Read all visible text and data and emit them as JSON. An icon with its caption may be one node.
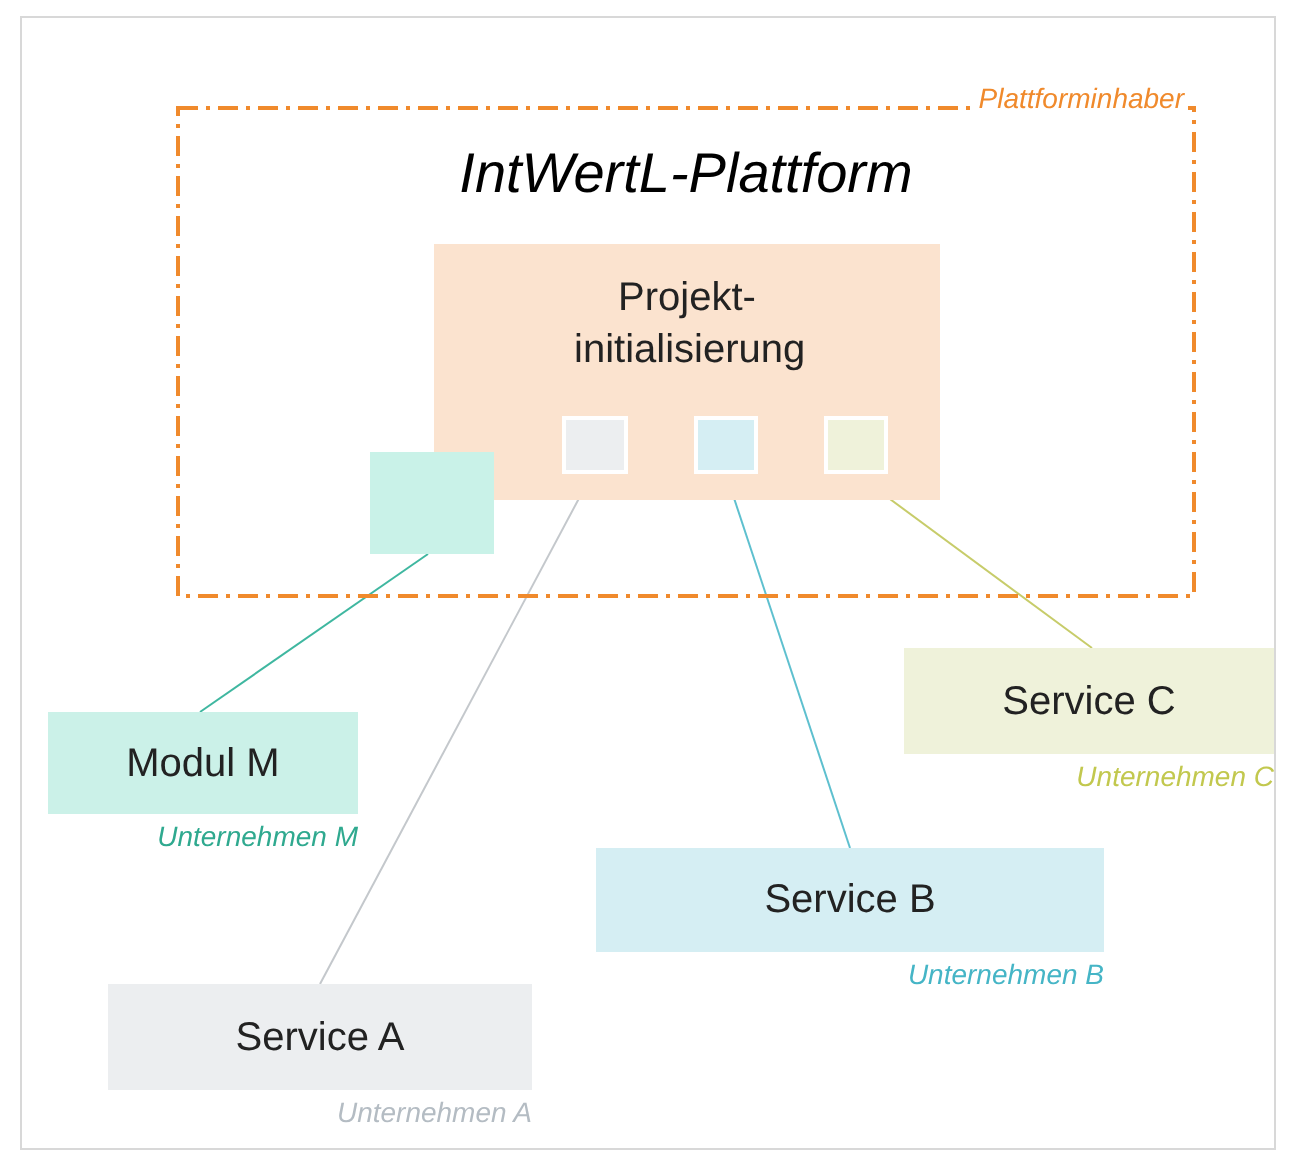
{
  "diagram": {
    "nodes": [
      {
        "text": [
          "IntWertL-Plattform"
        ],
        "beside": [
          "Plattforminhaber"
        ]
      },
      {
        "text": [
          "Projekt- initialisierung"
        ],
        "in": 0
      },
      {
        "text": [],
        "shape": "box",
        "in": 1
      },
      {
        "text": [],
        "shape": "box",
        "in": 1
      },
      {
        "text": [],
        "shape": "box",
        "in": 1
      },
      {
        "text": [],
        "shape": "box",
        "in": 0
      },
      {
        "text": [
          "Modul M"
        ],
        "beside": [
          "Unternehmen M"
        ]
      },
      {
        "text": [
          "Service A"
        ],
        "beside": [
          "Unternehmen A"
        ]
      },
      {
        "text": [
          "Service B"
        ],
        "beside": [
          "Unternehmen B"
        ]
      },
      {
        "text": [
          "Service C"
        ],
        "beside": [
          "Unternehmen C"
        ]
      }
    ],
    "edges": [
      {
        "from": 5,
        "to": 6,
        "arrow": "none",
        "color": "#3fb7a0"
      },
      {
        "from": 2,
        "to": 7,
        "arrow": "none",
        "color": "#c4c8cc"
      },
      {
        "from": 3,
        "to": 8,
        "arrow": "none",
        "color": "#5ec0cf"
      },
      {
        "from": 4,
        "to": 9,
        "arrow": "none",
        "color": "#c7cc6a"
      }
    ]
  }
}
